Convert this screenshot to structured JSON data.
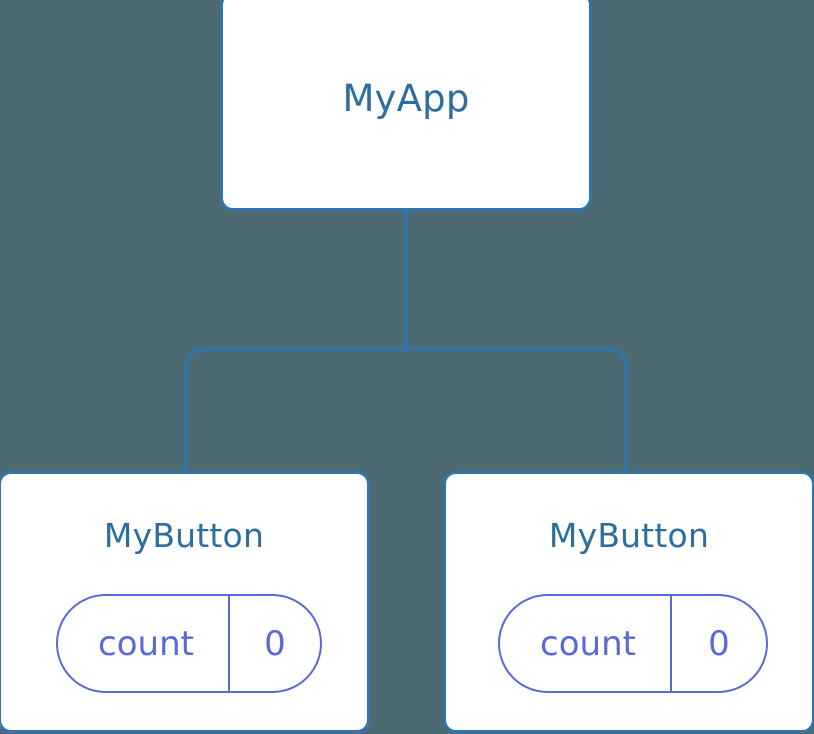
{
  "diagram": {
    "type": "component-tree",
    "background_color": "#4d6a73",
    "node_fill": "#ffffff",
    "node_border_color": "#2e76ad",
    "title_color": "#2d6e9e",
    "state_color": "#5b69d6",
    "connector_color": "#2e76ad"
  },
  "root": {
    "label": "MyApp"
  },
  "children": [
    {
      "label": "MyButton",
      "state": {
        "key": "count",
        "value": "0"
      }
    },
    {
      "label": "MyButton",
      "state": {
        "key": "count",
        "value": "0"
      }
    }
  ]
}
